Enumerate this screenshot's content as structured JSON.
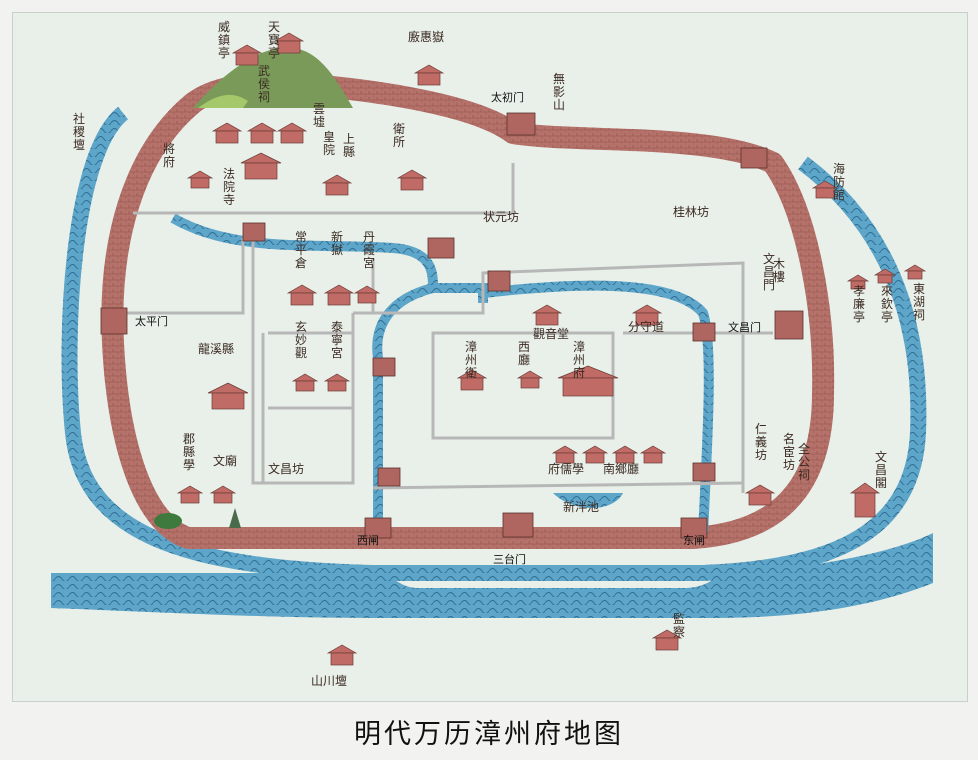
{
  "caption": "明代万历漳州府地图",
  "gates": {
    "north": "太初门",
    "west": "太平门",
    "east": "文昌门",
    "south": "三台门",
    "southwest": "西闸",
    "southeast": "东闸"
  },
  "horizontal_labels": {
    "shenfu_top": "廒惠嶽",
    "zhuangyuan": "状元坊",
    "guilin": "桂林坊",
    "longxi": "龍溪縣",
    "wenchang_fang": "文昌坊",
    "xin_pond": "新泮池",
    "shanchuan": "山川壇",
    "fuyou": "府儒學",
    "nanxiang": "南鄉廳",
    "fenshou": "分守道",
    "wenmiao": "文廟",
    "guanyin": "觀音堂"
  },
  "vertical_labels": {
    "weizhen": "威鎮亭",
    "tianbao": "天寶亭",
    "wushan": "無影山",
    "sheji": "社稷壇",
    "jiangfu": "將府",
    "fa_temple": "法院寺",
    "wuhou": "武侯祠",
    "yuan_tan": "雲墟",
    "changping": "常平倉",
    "xin_yu": "新獄",
    "dan_xia": "丹霞宮",
    "xuan_miao": "玄妙觀",
    "tai_ning": "泰寧宮",
    "zhangzhou_wei": "漳州衛",
    "zhangzhou_fu": "漳州府",
    "xi_ting": "西廳",
    "huang_yuan": "皇院",
    "mu_lou": "木樓",
    "dong_hu": "東湖祠",
    "lai_xin": "來欽亭",
    "xiao_lian": "孝廉亭",
    "ren_yi": "仁義坊",
    "ren_sheng": "名宦坊",
    "quan_gong": "全公祠",
    "wen_chang_ge": "文昌閣",
    "jun_xian": "郡縣學",
    "jian_cha": "監察",
    "shang_xian": "上縣",
    "wei_shou": "衛所",
    "hai_fang": "海防館",
    "wenchang_men_v": "文昌門"
  }
}
